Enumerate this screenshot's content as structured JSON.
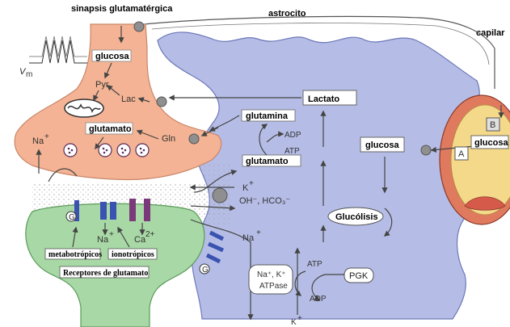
{
  "labels": {
    "synapse": "sinapsis glutamatérgica",
    "astrocyte": "astrocito",
    "capillary": "capilar",
    "vm": "V",
    "vm_sub": "m",
    "neuron_glucose": "glucosa",
    "pyr": "Pyr",
    "lac": "Lac",
    "glutamate_neuron": "glutamato",
    "gln": "Gln",
    "na_neuron": "Na",
    "na_neuron_sup": "+",
    "lactate": "Lactato",
    "glutamine": "glutamina",
    "adp_top": "ADP",
    "atp_top": "ATP",
    "glutamate_astro": "glutamato",
    "k_plus": "K",
    "k_plus_sup": "+",
    "oh_hco3": "OH⁻, HCO₃⁻",
    "na_astro": "Na",
    "na_astro_sup": "+",
    "astro_glucose": "glucosa",
    "glycolysis": "Glucólisis",
    "pump_line1": "Na⁺, K⁺",
    "pump_line2": "ATPase",
    "atp_pump": "ATP",
    "adp_pump": "ADP",
    "pgk": "PGK",
    "k_bottom": "K",
    "k_bottom_sup": "+",
    "cap_glucose": "glucosa",
    "cap_a": "A",
    "cap_b": "B",
    "receptor_g_left": "G",
    "receptor_g_right": "G",
    "na_receptor": "Na",
    "na_receptor_sup": "+",
    "ca_receptor": "Ca",
    "ca_receptor_sup": "2+",
    "metabotropic": "metabotrópicos",
    "ionotropic": "ionotrópicos",
    "glutamate_receptors": "Receptores de glutamato"
  },
  "colors": {
    "presynaptic": "#f3b394",
    "presynaptic_stroke": "#c9876a",
    "astrocyte": "#b5bde6",
    "astrocyte_stroke": "#6d78b8",
    "postsynaptic": "#a8d8a5",
    "postsynaptic_stroke": "#5a9a5a",
    "capillary_outer": "#e07a5f",
    "capillary_inner": "#f5d98b",
    "transporter": "#8f8f8f"
  },
  "icons": [
    "mitochondrion-icon",
    "vesicle-icon",
    "transporter-icon",
    "receptor-icon",
    "action-potential-icon"
  ]
}
